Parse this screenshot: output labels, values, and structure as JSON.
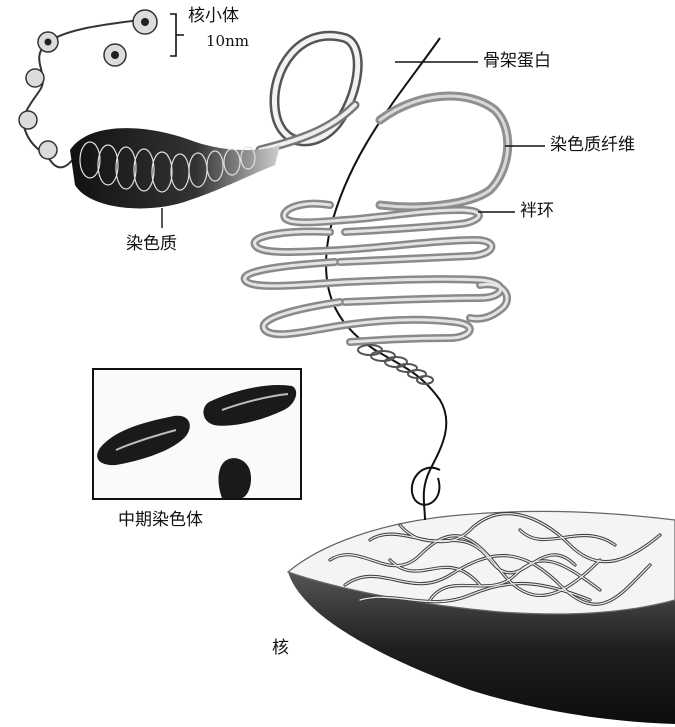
{
  "labels": {
    "nucleosome": "核小体",
    "size": "10nm",
    "scaffold_protein": "骨架蛋白",
    "chromatin_fiber": "染色质纤维",
    "loop": "袢环",
    "chromatin": "染色质",
    "metaphase_chromosome": "中期染色体",
    "nucleus": "核"
  },
  "colors": {
    "ink": "#111111",
    "fiber_gray": "#9a9a9a",
    "dark_fill": "#1a1a1a",
    "nucleus_shell": "#2a2a2a"
  }
}
